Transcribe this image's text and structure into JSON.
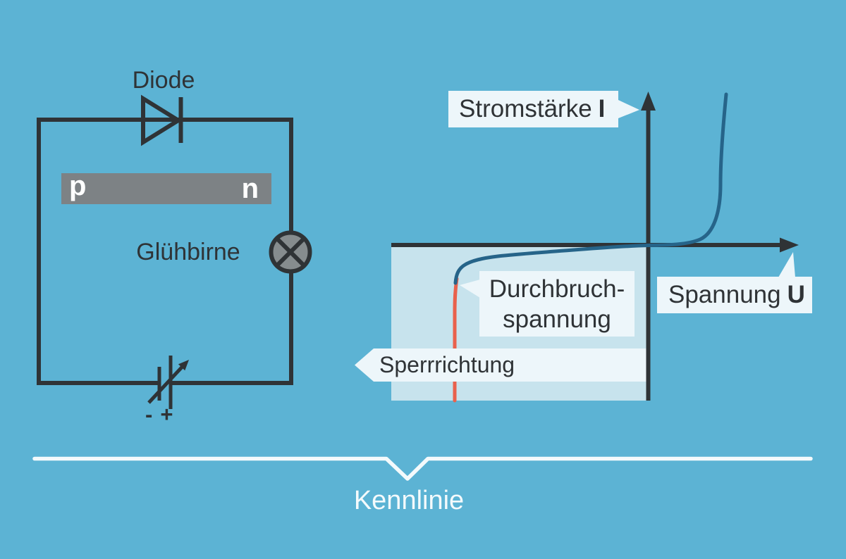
{
  "colors": {
    "background": "#5CB3D4",
    "ink": "#2F3336",
    "label_box": "#EDF6FA",
    "shaded_region": "#C7E3ED",
    "junction_bar_gray": "#7D8285",
    "lamp_fill": "#868C8E",
    "curve_blue": "#266489",
    "curve_red": "#E9614C",
    "brace_white": "#F4FAFC"
  },
  "circuit": {
    "diode_label": "Diode",
    "junction": {
      "p": "p",
      "n": "n"
    },
    "bulb_label": "Glühbirne",
    "source": {
      "minus": "-",
      "plus": "+"
    }
  },
  "graph": {
    "y_axis": {
      "label": "Stromstärke",
      "symbol": "I"
    },
    "x_axis": {
      "label": "Spannung",
      "symbol": "U"
    },
    "breakdown": {
      "line1": "Durchbruch-",
      "line2": "spannung"
    },
    "reverse": {
      "label": "Sperrrichtung"
    }
  },
  "caption": {
    "label": "Kennlinie"
  }
}
